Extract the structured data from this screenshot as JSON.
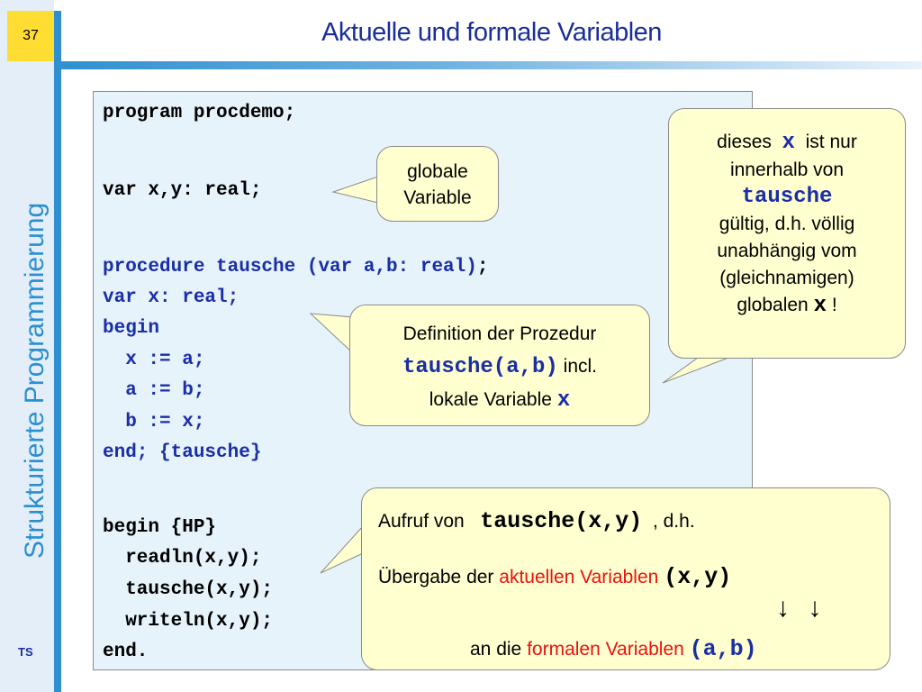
{
  "slide": {
    "number": "37",
    "title": "Aktuelle und formale Variablen",
    "vertical_title": "Strukturierte Programmierung",
    "footer": "TS"
  },
  "code": {
    "line1": "program procdemo;",
    "line2": "var x,y: real;",
    "line3": "procedure tausche (var a,b: real)",
    "line3_suffix": ";",
    "line4": "var x: real;",
    "line5": "begin",
    "line6": "  x := a;",
    "line7": "  a := b;",
    "line8": "  b := x;",
    "line9": "end; {tausche}",
    "line10": "begin {HP}",
    "line11": "  readln(x,y);",
    "line12": "  tausche(x,y);",
    "line13": "  writeln(x,y);",
    "line14": "end."
  },
  "callouts": {
    "global": {
      "line1": "globale",
      "line2": "Variable"
    },
    "definition": {
      "line1": "Definition der Prozedur",
      "code": "tausche(a,b)",
      "incl": "incl.",
      "line3": "lokale Variable",
      "x": "x"
    },
    "local": {
      "t1": "dieses",
      "x": "x",
      "t2": "ist nur",
      "t3": "innerhalb von",
      "code": "tausche",
      "t4": "gültig, d.h. völlig",
      "t5": "unabhängig vom",
      "t6": "(gleichnamigen)",
      "t7": "globalen",
      "x2": "x",
      "t8": "!"
    },
    "call": {
      "t1": "Aufruf  von",
      "code1": "tausche(x,y)",
      "t2": ", d.h.",
      "t3": "Übergabe der",
      "red1": "aktuellen Variablen",
      "code2": "(x,y)",
      "arrows": "↓ ↓",
      "t4": "an die",
      "red2": "formalen Variablen",
      "code3": "(a,b)"
    }
  },
  "colors": {
    "accent": "#2f8fd0",
    "title": "#1a2e9a",
    "keyword_blue": "#1a2ea8",
    "highlight_red": "#ee1010",
    "callout_fill": "#ffffd0",
    "slide_number_fill": "#ffdd33"
  }
}
